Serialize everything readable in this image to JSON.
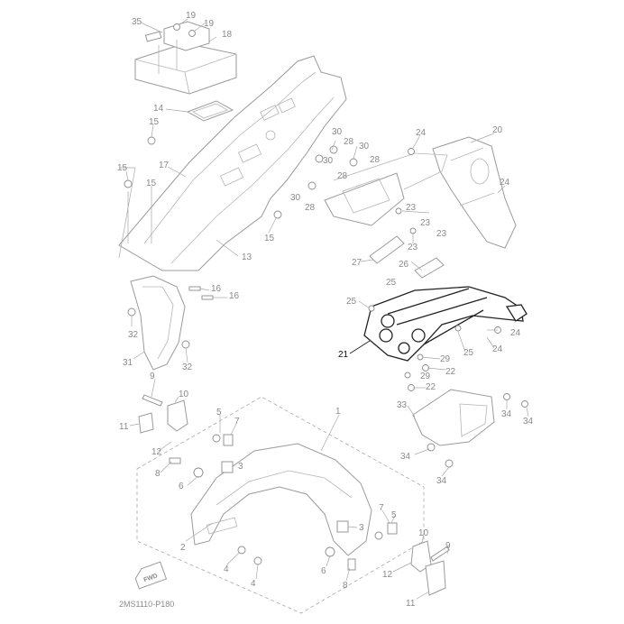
{
  "diagram_code": "2MS1110-P180",
  "fwd_label": "FWD",
  "callouts": [
    "1",
    "2",
    "3",
    "4",
    "5",
    "6",
    "7",
    "8",
    "9",
    "10",
    "11",
    "12",
    "13",
    "14",
    "15",
    "16",
    "17",
    "18",
    "19",
    "20",
    "21",
    "22",
    "23",
    "24",
    "25",
    "26",
    "27",
    "28",
    "29",
    "30",
    "31",
    "32",
    "33",
    "34",
    "35"
  ],
  "highlighted_part": "21"
}
